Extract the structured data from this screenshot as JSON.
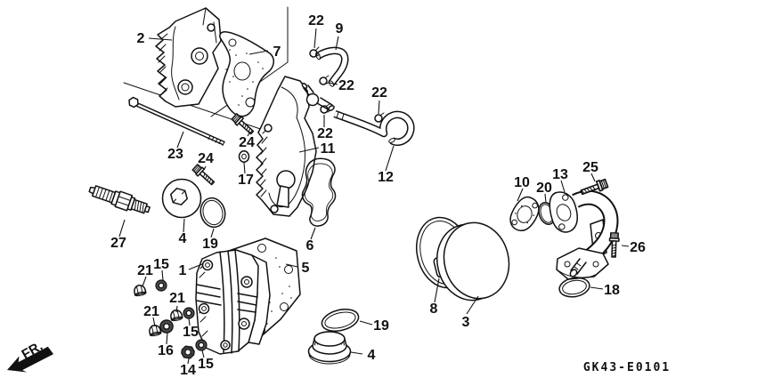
{
  "figure": {
    "code": "GK43-E0101",
    "direction_indicator": "FR.",
    "background_color": "#ffffff",
    "line_color": "#111111",
    "description": "Exploded parts diagram: cylinder head cover, hoses, gaskets, intake manifold and fasteners"
  },
  "callouts": {
    "part2": "2",
    "part7": "7",
    "clip22_top": "22",
    "part9": "9",
    "clip22_mid": "22",
    "clip22_hose": "22",
    "clip22_lower": "22",
    "part11": "11",
    "part12": "12",
    "part23": "23",
    "part24_left": "24",
    "part24_right": "24",
    "part17": "17",
    "part27": "27",
    "part4_top": "4",
    "part19_top": "19",
    "part1": "1",
    "part5": "5",
    "part6": "6",
    "nut21_a": "21",
    "washer15_a": "15",
    "nut21_b": "21",
    "nut21_c": "21",
    "washer15_b": "15",
    "washer16": "16",
    "nut14": "14",
    "washer15_c": "15",
    "part19_bottom": "19",
    "part4_bottom": "4",
    "part8": "8",
    "part3": "3",
    "part10": "10",
    "part20": "20",
    "part13": "13",
    "part25": "25",
    "part26": "26",
    "part18": "18"
  }
}
